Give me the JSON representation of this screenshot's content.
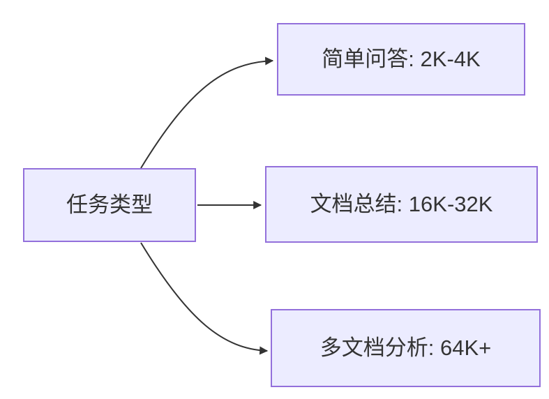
{
  "diagram": {
    "type": "flowchart-left-to-right",
    "colors": {
      "background": "#ffffff",
      "node_fill": "#ECECFF",
      "node_border": "#9370DB",
      "edge": "#333333",
      "text": "#333333"
    },
    "root": {
      "label": "任务类型"
    },
    "children": [
      {
        "label": "简单问答: 2K-4K"
      },
      {
        "label": "文档总结: 16K-32K"
      },
      {
        "label": "多文档分析: 64K+"
      }
    ],
    "edges": [
      {
        "from": "任务类型",
        "to": "简单问答: 2K-4K"
      },
      {
        "from": "任务类型",
        "to": "文档总结: 16K-32K"
      },
      {
        "from": "任务类型",
        "to": "多文档分析: 64K+"
      }
    ]
  }
}
